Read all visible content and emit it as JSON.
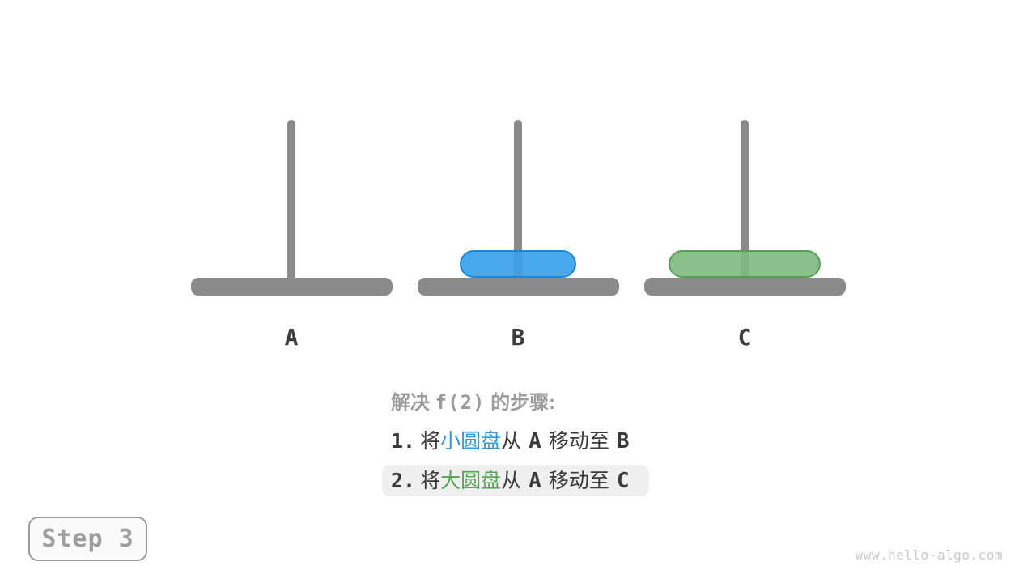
{
  "figure": {
    "type": "tower-of-hanoi-diagram",
    "colors": {
      "peg_gray": "#8A8A8A",
      "small_disk_fill": "#47A8ED",
      "small_disk_border": "#1B87D5",
      "large_disk_fill": "#8BC08B",
      "large_disk_border": "#55A055",
      "peg_label_text": "#3D3D3D",
      "caption_gray": "#9C9C9C",
      "step_text": "#3A3A3A",
      "small_disk_text": "#3498DB",
      "large_disk_text": "#57A257",
      "highlight_bg": "#EFEFEF",
      "badge_text": "#9E9E9E",
      "badge_border": "#9B9B9B",
      "watermark_gray": "#C9C9C9"
    },
    "pegs": [
      {
        "label": "A",
        "disks": []
      },
      {
        "label": "B",
        "disks": [
          "small-blue-disk"
        ]
      },
      {
        "label": "C",
        "disks": [
          "large-green-disk"
        ]
      }
    ]
  },
  "caption": {
    "prefix": "解决 ",
    "fn": "f(2)",
    "suffix": " 的步骤:"
  },
  "steps": [
    {
      "num": "1.",
      "verb": "将",
      "disk": "小圆盘",
      "conj": "从",
      "from": "A",
      "action": "移动至",
      "to": "B",
      "highlighted": false
    },
    {
      "num": "2.",
      "verb": "将",
      "disk": "大圆盘",
      "conj": "从",
      "from": "A",
      "action": "移动至",
      "to": "C",
      "highlighted": true
    }
  ],
  "badge": {
    "label": "Step 3"
  },
  "watermark": "www.hello-algo.com"
}
